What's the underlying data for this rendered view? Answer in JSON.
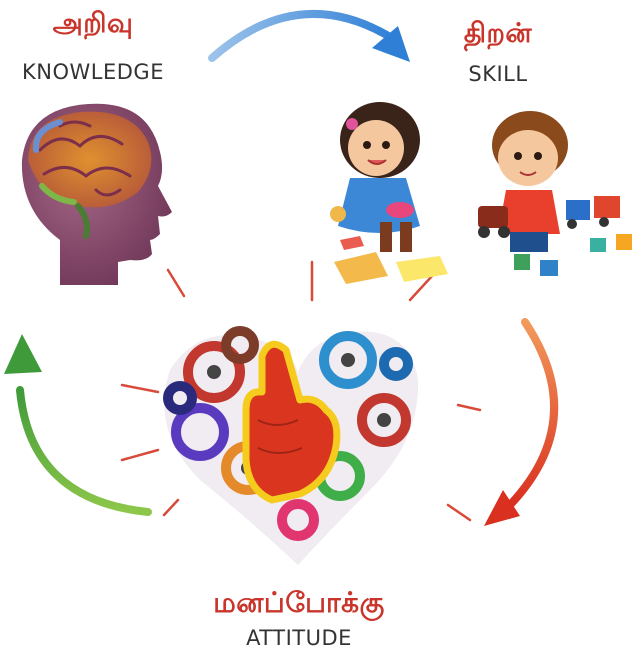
{
  "knowledge": {
    "tamil": "அறிவு",
    "english": "KNOWLEDGE",
    "image": "head-with-brain-illustration"
  },
  "skill": {
    "tamil": "திறன்",
    "english": "SKILL",
    "image": "children-crafting-and-playing-illustration"
  },
  "attitude": {
    "tamil": "மனப்போக்கு",
    "english": "ATTITUDE",
    "image": "heart-of-gears-with-finger-heart-illustration"
  },
  "colors": {
    "label_red": "#c9342b",
    "arrow_blue": "#4a90d9",
    "arrow_red": "#e8582a",
    "arrow_green": "#5ba33b",
    "ray_red": "#d84a3a"
  }
}
